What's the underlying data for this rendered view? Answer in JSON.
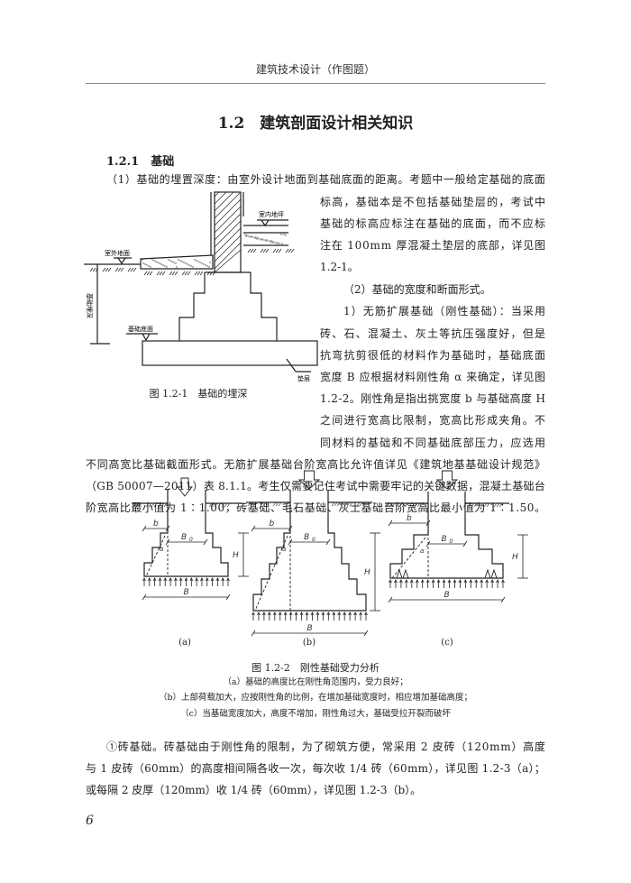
{
  "header": "建筑技术设计（作图题）",
  "title": "1.2　建筑剖面设计相关知识",
  "section": "1.2.1　基础",
  "para1_first": "（1）基础的埋置深度：由室外设计地面到基础底面的距离。考题中一般给定基础的底面",
  "right_lines": [
    "标高，基础本是不包括基础垫层的，考试中",
    "基础的标高应标注在基础的底面，而不应标",
    "注在 100mm 厚混凝土垫层的底部，详见图",
    "1.2-1。",
    "（2）基础的宽度和断面形式。",
    "1）无筋扩展基础（刚性基础）：当采用",
    "砖、石、混凝土、灰土等抗压强度好，但是",
    "抗弯抗剪很低的材料作为基础时，基础底面",
    "宽度 B 应根据材料刚性角 α 来确定，详见图",
    "1.2-2。刚性角是指出挑宽度 b 与基础高度 H",
    "之间进行宽高比限制，宽高比形成夹角。不",
    "同材料的基础和不同基础底部压力，应选用"
  ],
  "full_lines": [
    "不同高宽比基础截面形式。无筋扩展基础台阶宽高比允许值详见《建筑地基基础设计规范》",
    "（GB 50007—2011）表 8.1.1。考生仅需要记住考试中需要牢记的关键数据，混凝土基础台",
    "阶宽高比最小值为 1∶1.00，砖基础、毛石基础、灰土基础台阶宽高比最小值为 1∶1.50。"
  ],
  "fig1": {
    "caption": "图 1.2-1　基础的埋深",
    "labels": {
      "outdoor": "室外地面",
      "indoor": "室内地坪",
      "bottom": "基础底面",
      "cushion": "垫层",
      "depth": "基础埋深"
    }
  },
  "fig2": {
    "caption": "图 1.2-2　刚性基础受力分析",
    "panels": [
      "(a)",
      "(b)",
      "(c)"
    ],
    "sym": {
      "b": "b",
      "B0": "B",
      "B0sub": "0",
      "H": "H",
      "B": "B",
      "alpha": "α"
    },
    "notes": [
      "（a）基础的高度比在刚性角范围内，受力良好；",
      "（b）上部荷载加大，应按刚性角的比例，在增加基础宽度时，相应增加基础高度；",
      "（c）当基础宽度加大，高度不增加，刚性角过大，基础受拉开裂而破坏"
    ]
  },
  "para2": [
    "①砖基础。砖基础由于刚性角的限制，为了砌筑方便，常采用 2 皮砖（120mm）高度",
    "与 1 皮砖（60mm）的高度相间隔各收一次，每次收 1/4 砖（60mm），详见图 1.2-3（a）；",
    "或每隔 2 皮厚（120mm）收 1/4 砖（60mm），详见图 1.2-3（b）。"
  ],
  "page_number": "6"
}
